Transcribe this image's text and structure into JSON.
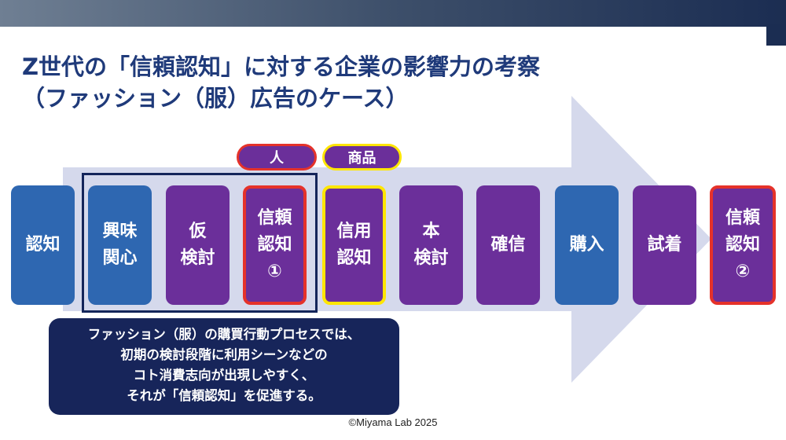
{
  "title": {
    "line1": "Z世代の「信頼認知」に対する企業の影響力の考察",
    "line2": "（ファッション（服）広告のケース）"
  },
  "labels": {
    "person": "人",
    "product": "商品"
  },
  "stages": [
    {
      "label": "認知",
      "color": "blue"
    },
    {
      "label": "興味\n関心",
      "color": "blue"
    },
    {
      "label": "仮\n検討",
      "color": "purple"
    },
    {
      "label": "信頼\n認知\n①",
      "color": "purple",
      "outline": "red"
    },
    {
      "label": "信用\n認知",
      "color": "purple",
      "outline": "yellow"
    },
    {
      "label": "本\n検討",
      "color": "purple"
    },
    {
      "label": "確信",
      "color": "purple"
    },
    {
      "label": "購入",
      "color": "blue"
    },
    {
      "label": "試着",
      "color": "purple"
    },
    {
      "label": "信頼\n認知\n②",
      "color": "purple",
      "outline": "red"
    }
  ],
  "note": {
    "lines": [
      "ファッション（服）の購買行動プロセスでは、",
      "初期の検討段階に利用シーンなどの",
      "コト消費志向が出現しやすく、",
      "それが「信頼認知」を促進する。"
    ]
  },
  "copyright": "©Miyama Lab  2025",
  "colors": {
    "title": "#1f3a7a",
    "blue": "#2e67b1",
    "purple": "#6b2f9a",
    "red_outline": "#e5322a",
    "yellow_outline": "#ffe600",
    "note_bg": "#17255a",
    "arrow": "#d5d9ec"
  }
}
